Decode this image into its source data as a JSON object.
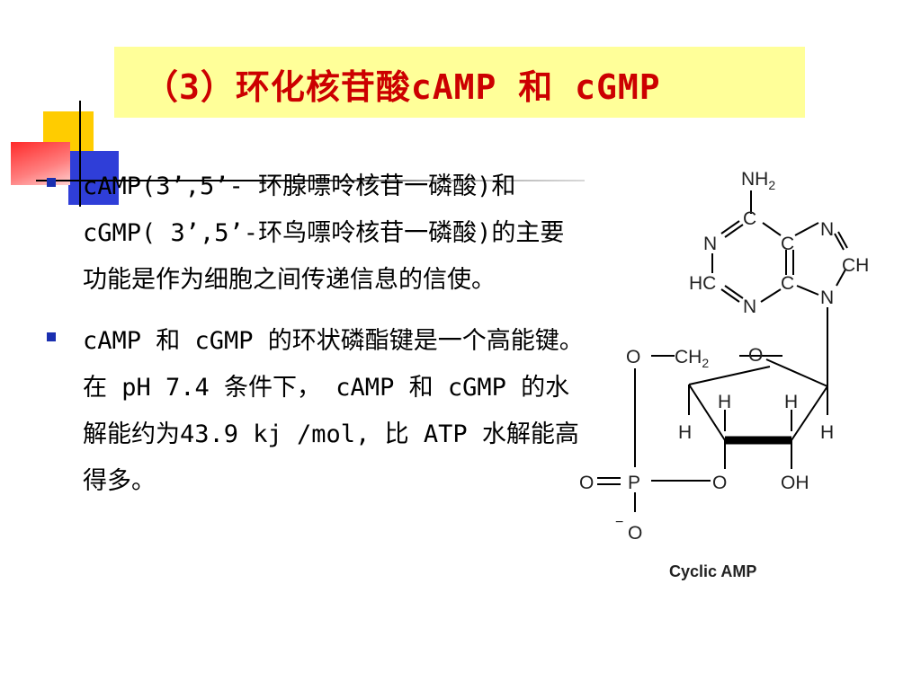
{
  "title": "（3）环化核苷酸cAMP 和 cGMP",
  "bullets": [
    {
      "text": "cAMP(3’,5’- 环腺嘌呤核苷一磷酸)和 cGMP( 3’,5’-环鸟嘌呤核苷一磷酸)的主要功能是作为细胞之间传递信息的信使。"
    },
    {
      "text": "cAMP 和 cGMP 的环状磷酯键是一个高能键。在 pH 7.4 条件下， cAMP 和 cGMP 的水解能约为43.9 kj /mol, 比 ATP 水解能高得多。"
    }
  ],
  "structure": {
    "caption": "Cyclic AMP",
    "atoms": {
      "nh2": "NH",
      "nh2_sub": "2",
      "n": "N",
      "c": "C",
      "ch": "CH",
      "hc": "HC",
      "o": "O",
      "ch2": "CH",
      "ch2_sub": "2",
      "h": "H",
      "oh": "OH",
      "p": "P",
      "o_minus": "O",
      "minus": "−"
    }
  },
  "colors": {
    "title": "#cc0000",
    "title_bg": "#ffff99",
    "bullet": "#1a2fb0"
  }
}
